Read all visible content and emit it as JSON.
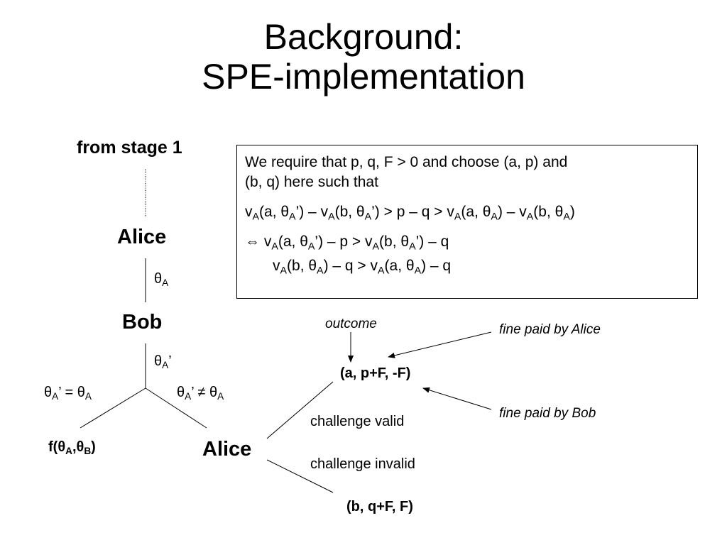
{
  "title": {
    "line1": "Background:",
    "line2": "SPE-implementation"
  },
  "tree": {
    "from_stage": "from stage 1",
    "alice_top": "Alice",
    "theta_A": "θ",
    "theta_A_sub": "A",
    "bob": "Bob",
    "theta_A_prime": "θ",
    "theta_A_prime_sub": "A",
    "theta_A_prime_suffix": "’",
    "left_branch": {
      "th1": "θ",
      "sub1": "A",
      "mid": "’ = θ",
      "sub2": "A"
    },
    "right_branch": {
      "th1": "θ",
      "sub1": "A",
      "mid": "’ ≠ θ",
      "sub2": "A"
    },
    "leaf_f": {
      "pre": "f(θ",
      "sub1": "A",
      "mid": ",θ",
      "sub2": "B",
      "post": ")"
    },
    "alice_bottom": "Alice",
    "outcome_top": "(a, p+F, -F)",
    "outcome_bottom": "(b, q+F, F)",
    "challenge_valid": "challenge valid",
    "challenge_invalid": "challenge invalid"
  },
  "annotations": {
    "outcome": "outcome",
    "fine_alice": "fine paid by Alice",
    "fine_bob": "fine paid by Bob"
  },
  "box": {
    "intro_line1": "We require that p, q, F > 0 and choose (a, p) and",
    "intro_line2": "(b, q) here such that",
    "ineq1": {
      "a": "v",
      "a_sub": "A",
      "b": "(a, θ",
      "b_sub": "A",
      "c": "’) – v",
      "c_sub": "A",
      "d": "(b, θ",
      "d_sub": "A",
      "e": "’) > p – q > v",
      "e_sub": "A",
      "f": "(a, θ",
      "f_sub": "A",
      "g": ") – v",
      "g_sub": "A",
      "h": "(b, θ",
      "h_sub": "A",
      "i": ")"
    },
    "equiv": "⇔",
    "ineq2": {
      "a": "v",
      "a_sub": "A",
      "b": "(a, θ",
      "b_sub": "A",
      "c": "’) – p > v",
      "c_sub": "A",
      "d": "(b, θ",
      "d_sub": "A",
      "e": "’) – q"
    },
    "ineq3": {
      "a": "v",
      "a_sub": "A",
      "b": "(b, θ",
      "b_sub": "A",
      "c": ") – q > v",
      "c_sub": "A",
      "d": "(a, θ",
      "d_sub": "A",
      "e": ") – q"
    }
  }
}
